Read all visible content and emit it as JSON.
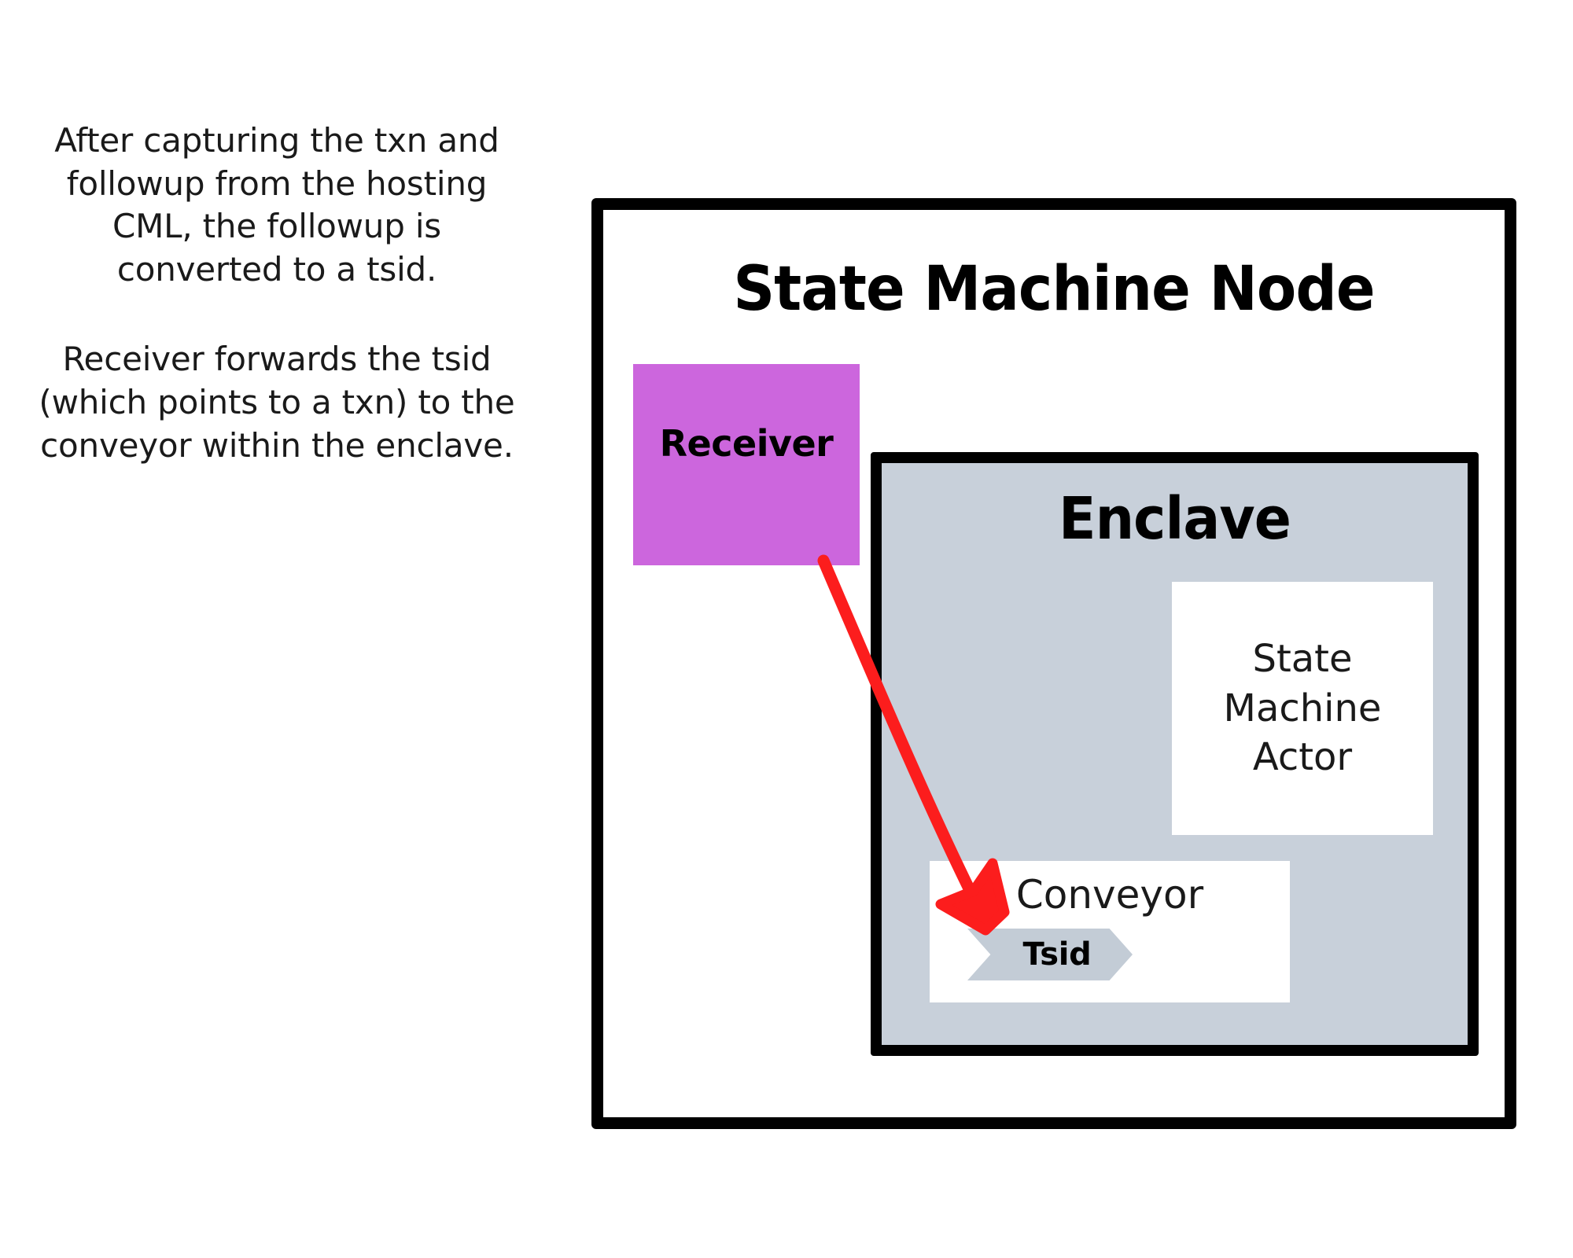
{
  "narrative": {
    "paragraph1": "After capturing the txn and followup from the hosting CML, the followup is converted to a tsid.",
    "paragraph2": "Receiver forwards the tsid (which points to a txn) to the conveyor within the enclave."
  },
  "diagram": {
    "node": {
      "title": "State Machine Node",
      "border_color": "#000000",
      "fill_color": "#ffffff"
    },
    "receiver": {
      "label": "Receiver",
      "fill_color": "#cc66dd"
    },
    "enclave": {
      "title": "Enclave",
      "fill_color": "#c8d0da",
      "border_color": "#000000"
    },
    "state_machine_actor": {
      "label": "State\nMachine\nActor",
      "fill_color": "#ffffff"
    },
    "conveyor": {
      "label": "Conveyor",
      "fill_color": "#ffffff",
      "item": {
        "label": "Tsid",
        "fill_color": "#c3ccd6",
        "shape": "chevron-right"
      }
    },
    "flow_arrow": {
      "from": "receiver",
      "to": "conveyor",
      "color": "#fc1d1d",
      "icon": "arrow-down-right-icon"
    }
  }
}
